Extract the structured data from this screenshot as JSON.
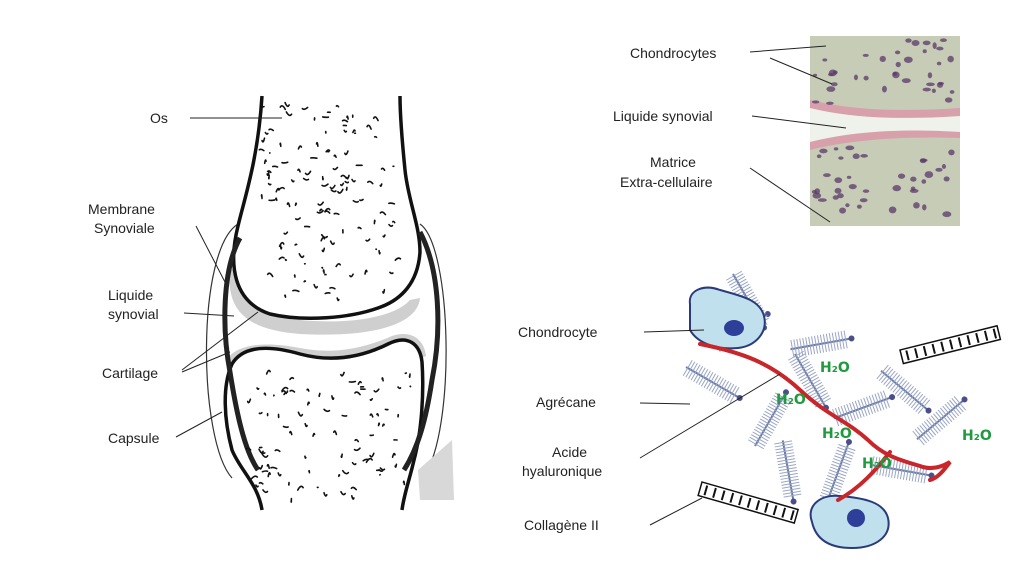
{
  "joint_labels": {
    "bone": "Os",
    "membrane_line1": "Membrane",
    "membrane_line2": "Synoviale",
    "fluid_line1": "Liquide",
    "fluid_line2": "synovial",
    "cartilage": "Cartilage",
    "capsule": "Capsule"
  },
  "histology_labels": {
    "chondrocytes": "Chondrocytes",
    "synovial_fluid": "Liquide synovial",
    "matrix_line1": "Matrice",
    "matrix_line2": "Extra-cellulaire"
  },
  "molecular_labels": {
    "chondrocyte": "Chondrocyte",
    "aggrecan": "Agrécane",
    "hyaluronic_line1": "Acide",
    "hyaluronic_line2": "hyaluronique",
    "collagen": "Collagène II"
  },
  "water_labels": [
    "H₂O",
    "H₂O",
    "H₂O",
    "H₂O",
    "H₂O"
  ],
  "colors": {
    "bone_outline": "#111111",
    "cartilage": "#cfcfcf",
    "tissue": "#c7ccb6",
    "cell_nucleus": "#5a3a6a",
    "fluid_band": "#eef2ea",
    "cell_body": "#bfe0ec",
    "cell_nucleus_blue": "#2e3f9a",
    "hyaluronic_acid": "#c8262a",
    "water_text": "#1f9a3e"
  }
}
